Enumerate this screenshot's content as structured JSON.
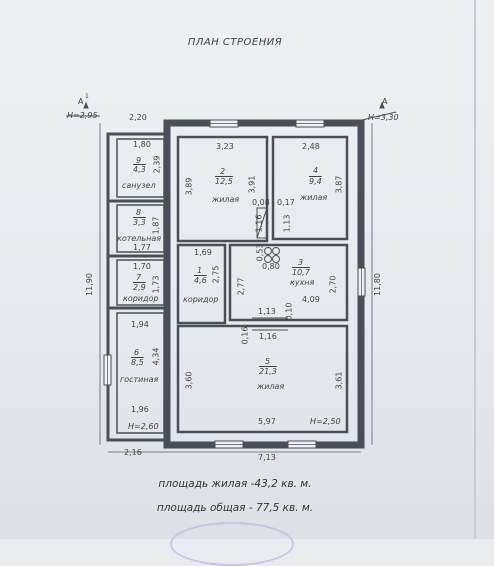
{
  "title": "ПЛАН СТРОЕНИЯ",
  "section_marks": {
    "left": {
      "letter": "A",
      "mark": "1",
      "height": "H=2,95"
    },
    "right": {
      "letter": "A",
      "height": "H=3,30"
    }
  },
  "outer_dims": {
    "top_left": "2,20",
    "left_total": "11,90",
    "right_total": "11,80",
    "bottom_left": "2,16",
    "bottom_right": "7,13"
  },
  "rooms": {
    "r9": {
      "width": "1,80",
      "number": "9",
      "area": "4,3",
      "name": "санузел",
      "height": "2,39"
    },
    "r8": {
      "number": "8",
      "area": "3,3",
      "name": "котельная",
      "width": "1,77",
      "height": "1,87"
    },
    "r7": {
      "width": "1,70",
      "number": "7",
      "area": "2,9",
      "name": "коридор",
      "height": "1,73"
    },
    "r6": {
      "width": "1,94",
      "number": "6",
      "area": "8,5",
      "name": "гостиная",
      "height": "4,34",
      "width_bottom": "1,96",
      "ceiling": "H=2,60"
    },
    "r2": {
      "width": "3,23",
      "number": "2",
      "area": "12,5",
      "name": "жилая",
      "height_left": "3,89",
      "height_right": "3,91",
      "small": "0,08",
      "door": "1,16"
    },
    "r4": {
      "width": "2,48",
      "number": "4",
      "area": "9,4",
      "name": "жилая",
      "height": "3,87",
      "small": "0,17",
      "door": "1,13"
    },
    "r1": {
      "width": "1,69",
      "number": "1",
      "area": "4,6",
      "name": "коридор",
      "height": "2,75"
    },
    "r3": {
      "number": "3",
      "area": "10,7",
      "name": "кухня",
      "width_top": "0,80",
      "width_bottom": "4,09",
      "height_left": "2,77",
      "height_right": "2,70",
      "small": "0,53"
    },
    "r5": {
      "number": "5",
      "area": "21,3",
      "name": "жилая",
      "height_left": "3,60",
      "height_right": "3,61",
      "width": "5,97",
      "ceiling": "H=2,50",
      "niche_top": "1,13",
      "niche_bottom": "1,16",
      "small_a": "0,16",
      "small_b": "0,10"
    }
  },
  "totals": {
    "living": "площадь жилая -43,2 кв. м.",
    "total": "площадь общая - 77,5 кв. м."
  }
}
